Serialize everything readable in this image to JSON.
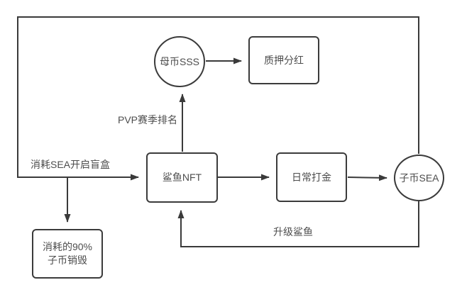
{
  "diagram": {
    "title": "token-economy-flowchart",
    "colors": {
      "background": "#ffffff",
      "line": "#3a3a3a",
      "text": "#4d4d4d",
      "node_border": "#3b3b3b"
    },
    "nodes": {
      "mother_coin": {
        "label": "母币SSS",
        "shape": "circle"
      },
      "stake_dividend": {
        "label": "质押分红",
        "shape": "rect"
      },
      "shark_nft": {
        "label": "鲨鱼NFT",
        "shape": "rect"
      },
      "daily_gold": {
        "label": "日常打金",
        "shape": "rect"
      },
      "child_coin": {
        "label": "子币SEA",
        "shape": "circle"
      },
      "burn": {
        "label_line1": "消耗的90%",
        "label_line2": "子币销毁",
        "shape": "rect"
      }
    },
    "edge_labels": {
      "open_blindbox": "消耗SEA开启盲盒",
      "pvp_ranking": "PVP赛季排名",
      "upgrade_shark": "升级鲨鱼"
    },
    "edges": [
      {
        "from": "child_coin",
        "to": "shark_nft",
        "label": "消耗SEA开启盲盒",
        "route": "up-over-top-left-down"
      },
      {
        "from": "open_blindbox_line",
        "to": "burn",
        "label": ""
      },
      {
        "from": "shark_nft",
        "to": "mother_coin",
        "label": "PVP赛季排名"
      },
      {
        "from": "mother_coin",
        "to": "stake_dividend",
        "label": ""
      },
      {
        "from": "shark_nft",
        "to": "daily_gold",
        "label": ""
      },
      {
        "from": "daily_gold",
        "to": "child_coin",
        "label": ""
      },
      {
        "from": "child_coin",
        "to": "shark_nft",
        "label": "升级鲨鱼",
        "route": "down-under-bottom"
      }
    ]
  }
}
